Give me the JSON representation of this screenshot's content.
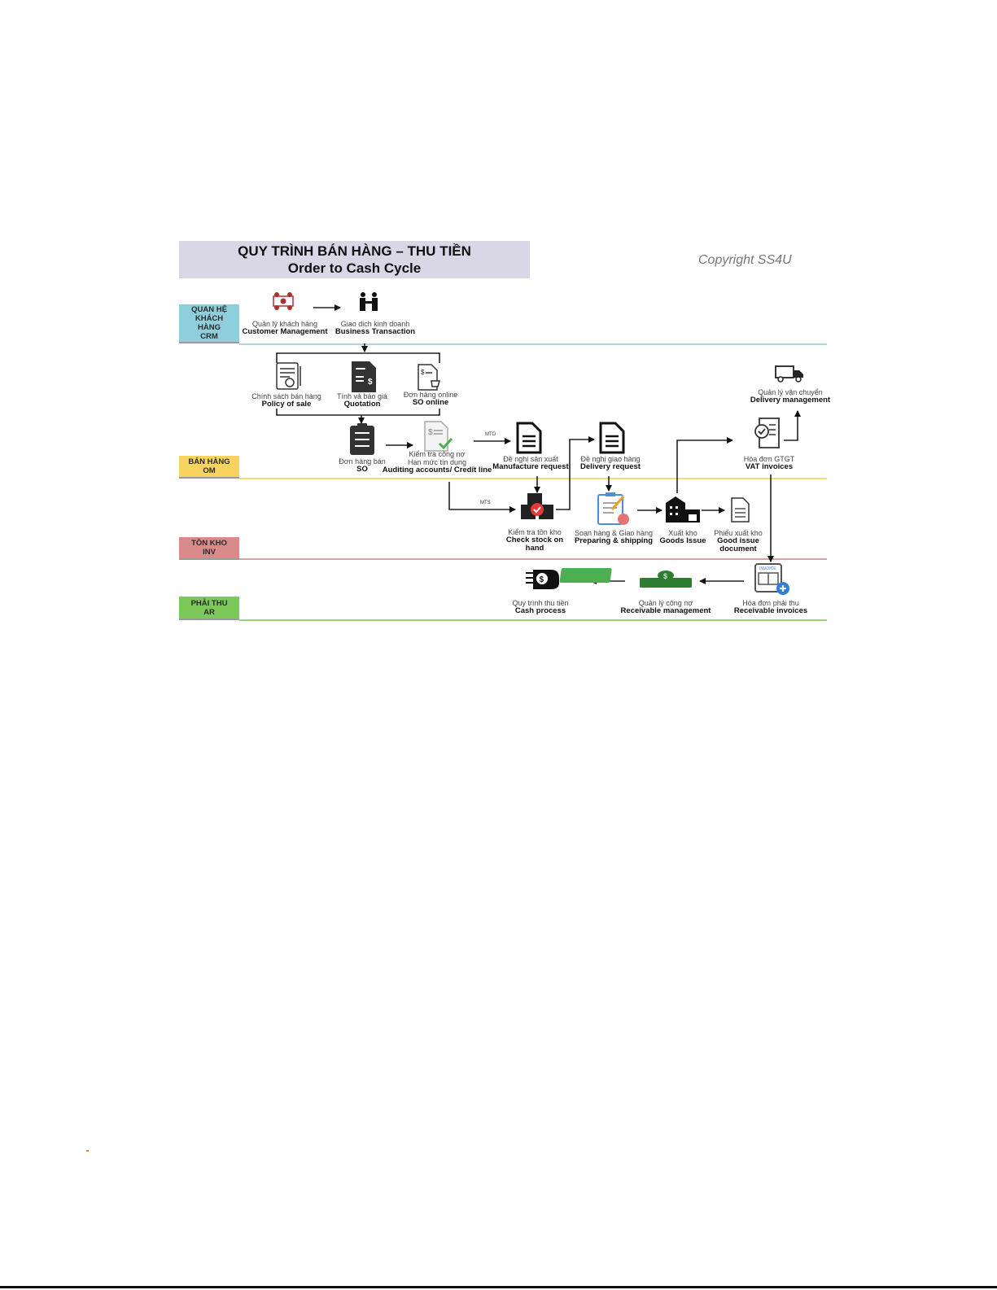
{
  "title": {
    "line1": "QUY TRÌNH BÁN HÀNG – THU TIỀN",
    "line2": "Order to Cash Cycle"
  },
  "copyright": "Copyright SS4U",
  "lanes": [
    {
      "vi": "QUAN HỆ KHÁCH HÀNG",
      "en": "CRM",
      "color": "#8fcfdc",
      "line_color": "#a8d8e0"
    },
    {
      "vi": "BÁN HÀNG",
      "en": "OM",
      "color": "#f7d360",
      "line_color": "#f2dc7a"
    },
    {
      "vi": "TỒN KHO",
      "en": "INV",
      "color": "#d98b8b",
      "line_color": "#d7a3a3"
    },
    {
      "vi": "PHẢI THU",
      "en": "AR",
      "color": "#7cc95a",
      "line_color": "#98d27a"
    }
  ],
  "nodes": {
    "customer_mgmt": {
      "vi": "Quản lý khách hàng",
      "en": "Customer Management",
      "icon": "network-people-icon"
    },
    "business_tx": {
      "vi": "Giao dịch kinh doanh",
      "en": "Business Transaction",
      "icon": "handshake-icon"
    },
    "policy": {
      "vi": "Chính sách bán hàng",
      "en": "Policy of sale",
      "icon": "certificate-icon"
    },
    "quotation": {
      "vi": "Tính và báo giá",
      "en": "Quotation",
      "icon": "price-document-icon"
    },
    "so_online": {
      "vi": "Đơn hàng online",
      "en": "SO online",
      "icon": "online-order-icon"
    },
    "so": {
      "vi": "Đơn hàng bán",
      "en": "SO",
      "icon": "checklist-clipboard-icon"
    },
    "credit": {
      "vi1": "Kiểm tra công nợ",
      "vi2": "Hạn mức tín dụng",
      "en": "Auditing accounts/ Credit line",
      "icon": "credit-check-icon"
    },
    "manufacture": {
      "vi": "Đề nghị sản xuất",
      "en": "Manufacture request",
      "icon": "document-icon"
    },
    "delivery_req": {
      "vi": "Đề nghị giao hàng",
      "en": "Delivery request",
      "icon": "document-icon"
    },
    "delivery_mgmt": {
      "vi": "Quản lý vận chuyển",
      "en": "Delivery management",
      "icon": "truck-icon"
    },
    "vat": {
      "vi": "Hóa đơn GTGT",
      "en": "VAT invoices",
      "icon": "invoice-check-icon"
    },
    "stock": {
      "vi": "Kiểm tra tồn kho",
      "en1": "Check stock on",
      "en2": "hand",
      "icon": "boxes-check-icon"
    },
    "preparing": {
      "vi": "Soạn hàng & Giao hàng",
      "en": "Preparing & shipping",
      "icon": "clipboard-cart-icon"
    },
    "goods_issue": {
      "vi": "Xuất kho",
      "en": "Goods Issue",
      "icon": "warehouse-icon"
    },
    "good_issue_doc": {
      "vi": "Phiếu xuất kho",
      "en1": "Good issue",
      "en2": "document",
      "icon": "document-outline-icon"
    },
    "cash": {
      "vi": "Quy trình thu tiền",
      "en": "Cash process",
      "icon": "cash-hand-icon"
    },
    "receivable_mgmt": {
      "vi": "Quản lý công nợ",
      "en": "Receivable management",
      "icon": "money-stack-icon"
    },
    "receivable_inv": {
      "vi": "Hóa đơn phải thu",
      "en": "Receivable invoices",
      "icon": "invoice-add-icon",
      "badge": "INVOICE"
    }
  },
  "edge_labels": {
    "mto": "MTO",
    "mts": "MTS"
  }
}
